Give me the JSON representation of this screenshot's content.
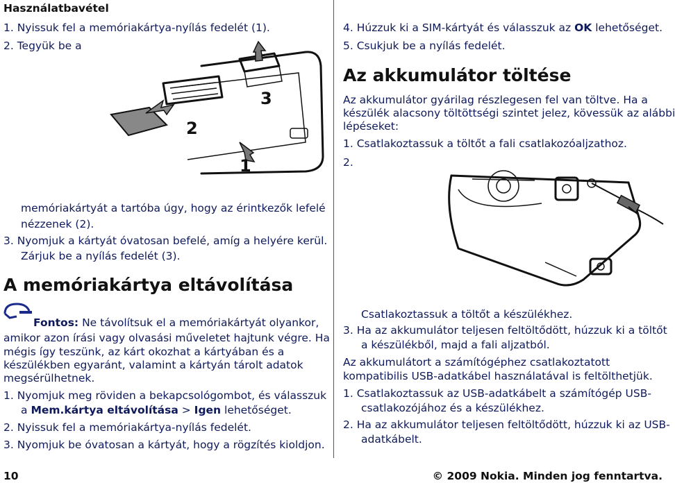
{
  "left": {
    "section_title": "Használatbavétel",
    "steps_top": [
      "1. Nyissuk fel a memóriakártya-nyílás fedelét (1).",
      "2. Tegyük be a"
    ],
    "figure_labels": [
      "1",
      "2",
      "3"
    ],
    "step2_cont_1": "memóriakártyát a tartóba úgy, hogy az érintkezők lefelé",
    "step2_cont_2": "nézzenek (2).",
    "step3_line1": "3. Nyomjuk a kártyát óvatosan befelé, amíg a helyére kerül.",
    "step3_line2": "Zárjuk be a nyílás fedelét (3).",
    "heading": "A memóriakártya eltávolítása",
    "note_label": "Fontos:",
    "note_line1_rest": " Ne távolítsuk el a memóriakártyát olyankor,",
    "note_lines": [
      "amikor azon írási vagy olvasási műveletet hajtunk végre. Ha",
      "mégis így teszünk, az kárt okozhat a kártyában és a",
      "készülékben egyaránt, valamint a kártyán tárolt adatok",
      "megsérülhetnek."
    ],
    "rm_step1_line1": "1. Nyomjuk meg röviden a bekapcsológombot, és válasszuk",
    "rm_step1_a": "a ",
    "rm_step1_menu1": "Mem.kártya eltávolítása",
    "rm_step1_sep": " > ",
    "rm_step1_menu2": "Igen",
    "rm_step1_end": " lehetőséget.",
    "rm_step2": "2. Nyissuk fel a memóriakártya-nyílás fedelét.",
    "rm_step3": "3. Nyomjuk be óvatosan a kártyát, hogy a rögzítés kioldjon."
  },
  "right": {
    "step4_pre": "4. Húzzuk ki a SIM-kártyát és válasszuk az ",
    "step4_ok": "OK",
    "step4_post": " lehetőséget.",
    "step5": "5. Csukjuk be a nyílás fedelét.",
    "heading": "Az akkumulátor töltése",
    "intro_lines": [
      "Az akkumulátor gyárilag részlegesen fel van töltve. Ha a",
      "készülék alacsony töltöttségi szintet jelez, kövessük az alábbi",
      "lépéseket:"
    ],
    "charge_step1": "1. Csatlakoztassuk a töltőt a fali csatlakozóaljzathoz.",
    "charge_step2": "2.",
    "charge_step2_cont": "Csatlakoztassuk a töltőt a készülékhez.",
    "charge_step3_line1": "3. Ha az akkumulátor teljesen feltöltődött, húzzuk ki a töltőt",
    "charge_step3_line2": "a készülékből, majd a fali aljzatból.",
    "usb_lines": [
      "Az akkumulátort a számítógéphez csatlakoztatott",
      "kompatibilis USB-adatkábel használatával is feltölthetjük."
    ],
    "usb_step1_line1": "1. Csatlakoztassuk az USB-adatkábelt a számítógép USB-",
    "usb_step1_line2": "csatlakozójához és a készülékhez.",
    "usb_step2_line1": "2. Ha az akkumulátor teljesen feltöltődött, húzzuk ki az USB-",
    "usb_step2_line2": "adatkábelt."
  },
  "footer": {
    "page_number": "10",
    "copyright": "© 2009 Nokia. Minden jog fenntartva."
  },
  "colors": {
    "body_text": "#0f1a5a",
    "heading_text": "#111111"
  },
  "icons": [
    "note-icon",
    "memory-card-illustration",
    "charger-illustration"
  ]
}
